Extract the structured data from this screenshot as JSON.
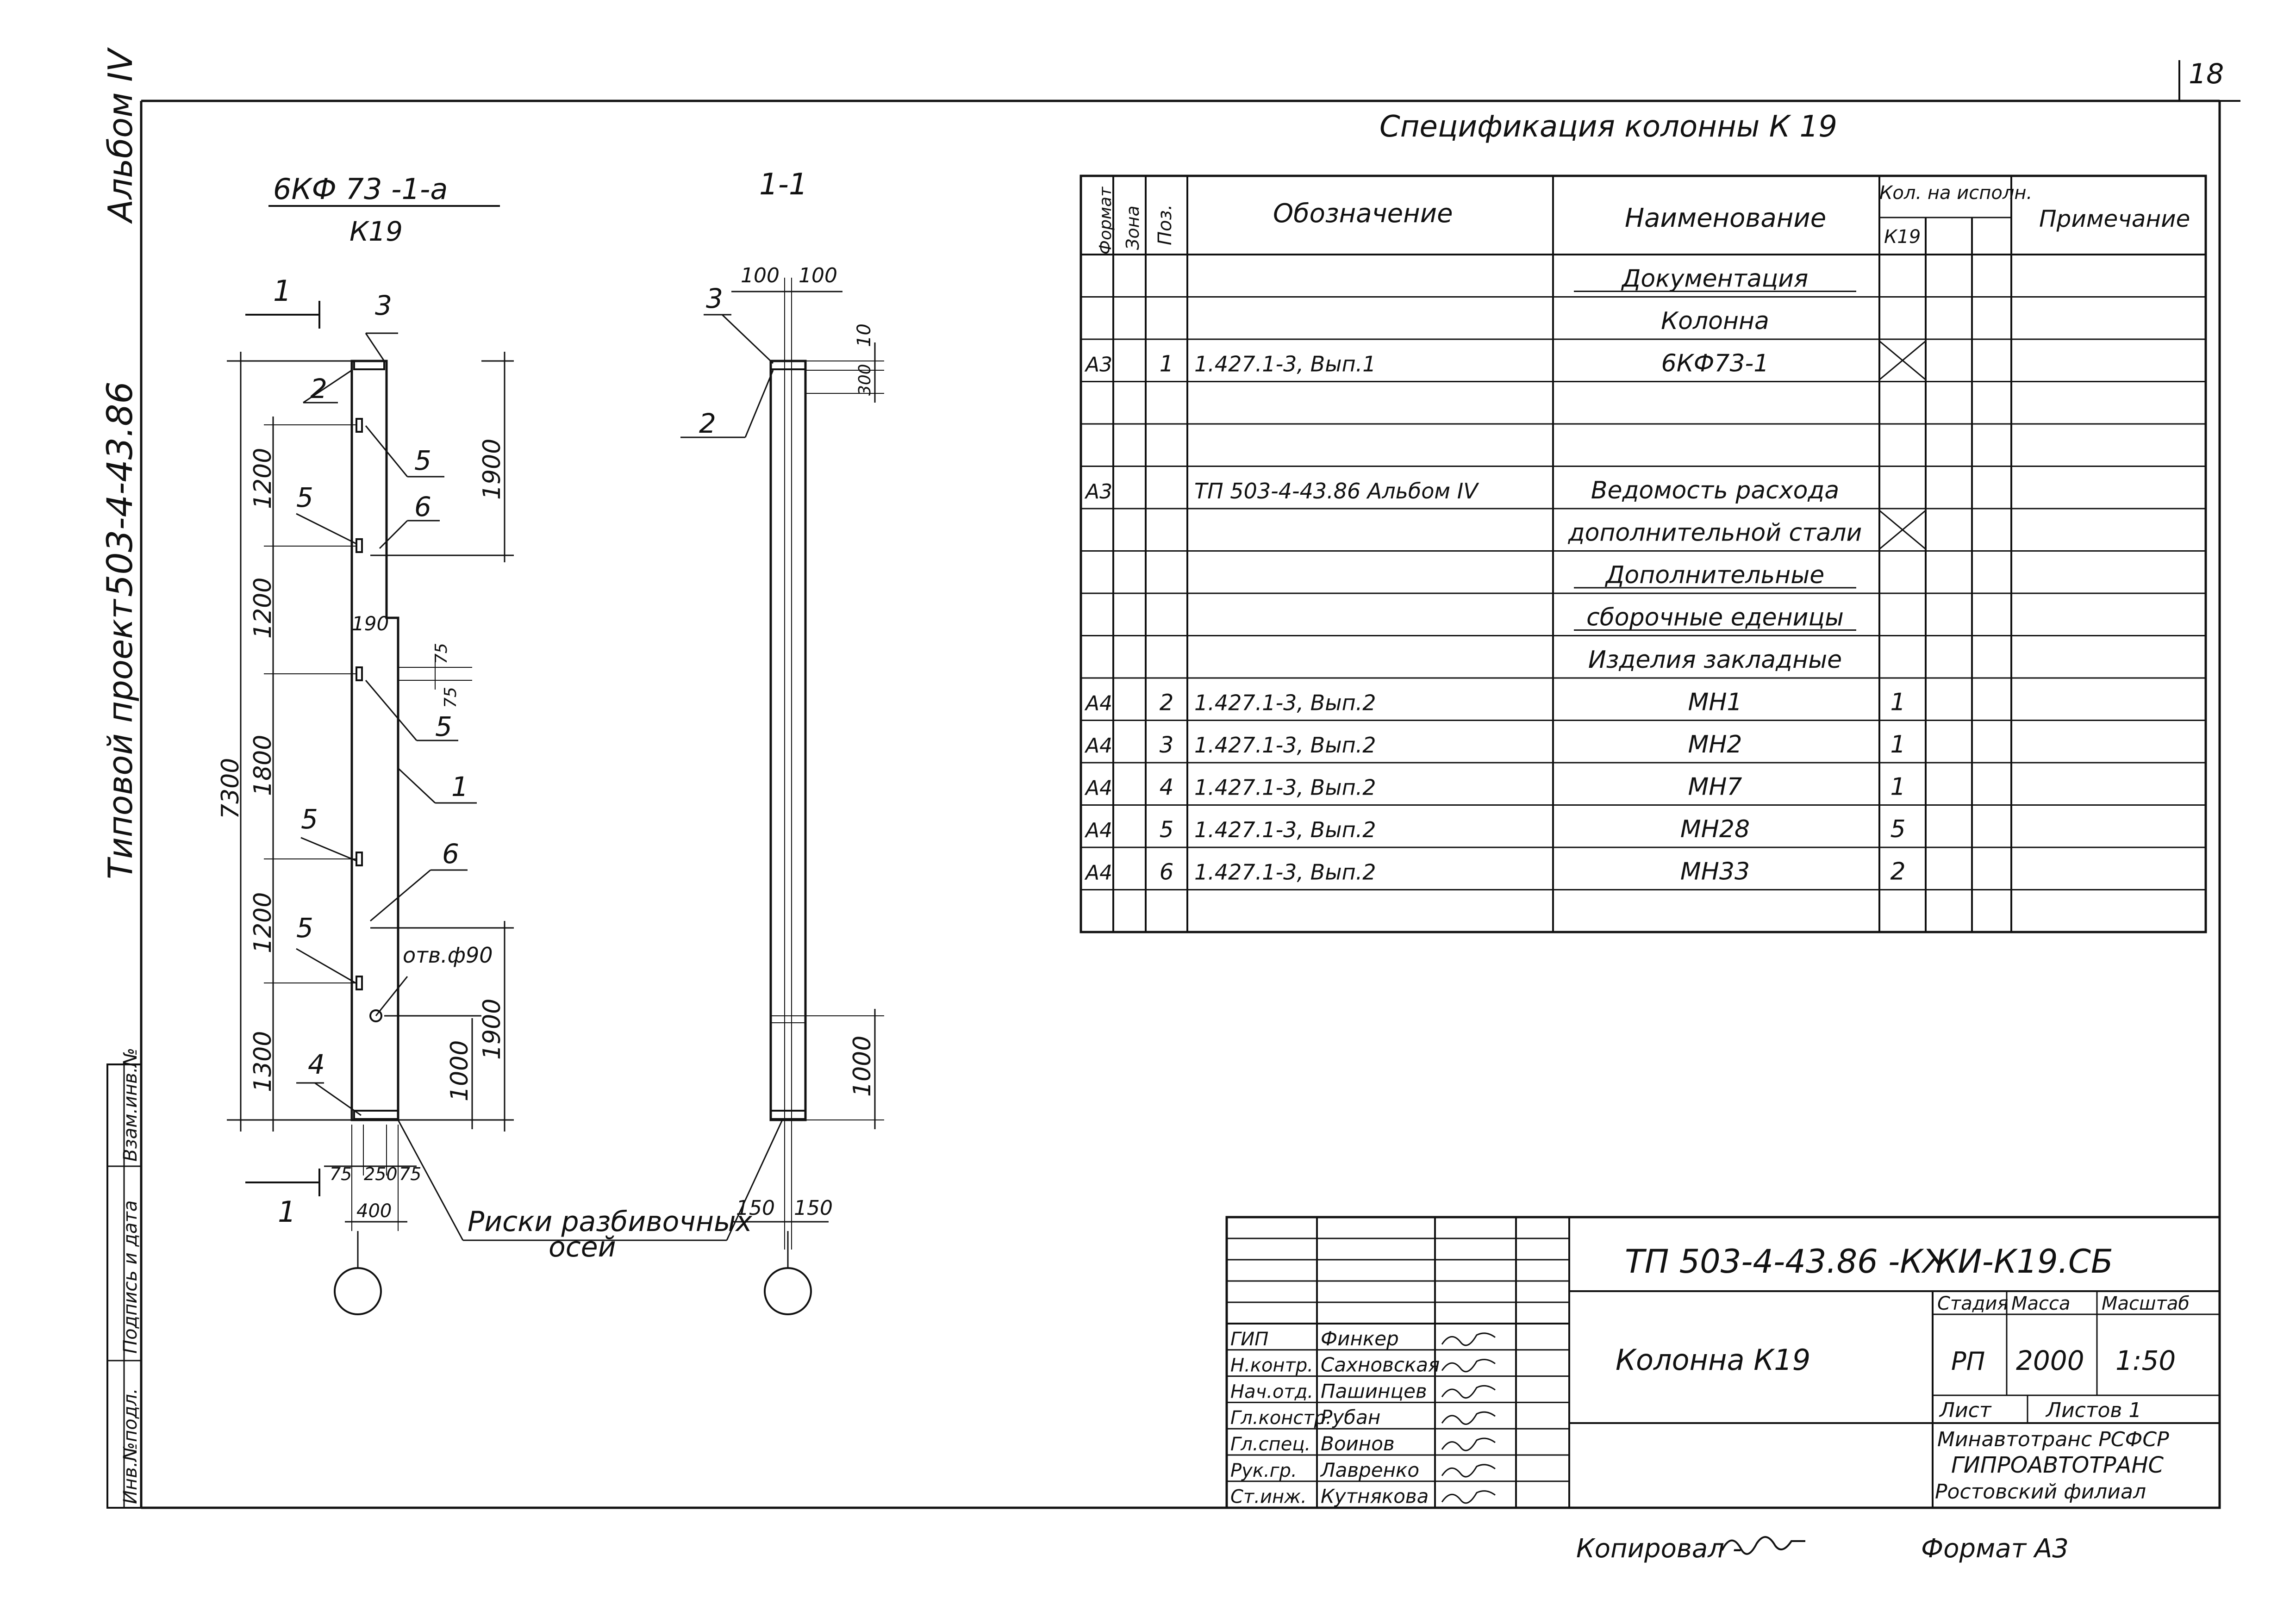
{
  "sheet": {
    "number": "18",
    "side_album": "Альбом IV",
    "side_project_label": "Типовой проект",
    "side_project_number": "503-4-43.86",
    "side_stamp_fields": [
      "Инв.№подл.",
      "Подпись и дата",
      "Взам.инв.№"
    ],
    "copied_by": "Копировал -",
    "format": "Формат А3"
  },
  "drawing": {
    "elevation_title": "6КФ 73 -1-а",
    "elevation_subtitle": "К19",
    "section_title": "1-1",
    "cut_marker": "1",
    "hole_label": "отв.ф90",
    "axis_marks_label_1": "Риски разбивочных",
    "axis_marks_label_2": "осей",
    "elevation_dims_outer": [
      "7300"
    ],
    "elevation_dims_chain": [
      "1300",
      "1200",
      "1800",
      "1200",
      "1200"
    ],
    "elevation_dims_right": [
      "1900",
      "1900",
      "1000",
      "75",
      "75"
    ],
    "elevation_dims_bottom": [
      "75",
      "250",
      "75",
      "400"
    ],
    "elevation_dim_190": "190",
    "section_dims_top": [
      "100",
      "100"
    ],
    "section_dims_right": [
      "10",
      "300",
      "1000"
    ],
    "section_dims_bottom": [
      "150",
      "150"
    ],
    "pos_labels": [
      "1",
      "2",
      "3",
      "4",
      "5",
      "6"
    ]
  },
  "spec": {
    "title": "Спецификация колонны К 19",
    "headers": {
      "format": "Формат",
      "zone": "Зона",
      "pos": "Поз.",
      "designation": "Обозначение",
      "name": "Наименование",
      "qty": "Кол. на исполн.",
      "qty_sub": "К19",
      "note": "Примечание"
    },
    "rows": [
      {
        "format": "",
        "pos": "",
        "designation": "",
        "name": "Документация",
        "qty": "",
        "underline": true
      },
      {
        "format": "",
        "pos": "",
        "designation": "",
        "name": "Колонна",
        "qty": "",
        "underline": false
      },
      {
        "format": "А3",
        "pos": "1",
        "designation": "1.427.1-3, Вып.1",
        "name": "6КФ73-1",
        "qty": "X",
        "underline": false
      },
      {
        "format": "",
        "pos": "",
        "designation": "",
        "name": "",
        "qty": "",
        "underline": false
      },
      {
        "format": "",
        "pos": "",
        "designation": "",
        "name": "",
        "qty": "",
        "underline": false
      },
      {
        "format": "А3",
        "pos": "",
        "designation": "ТП 503-4-43.86 Альбом IV",
        "name": "Ведомость расхода",
        "qty": "",
        "underline": false
      },
      {
        "format": "",
        "pos": "",
        "designation": "",
        "name": "дополнительной стали",
        "qty": "X",
        "underline": false
      },
      {
        "format": "",
        "pos": "",
        "designation": "",
        "name": "Дополнительные",
        "qty": "",
        "underline": true
      },
      {
        "format": "",
        "pos": "",
        "designation": "",
        "name": "сборочные еденицы",
        "qty": "",
        "underline": true
      },
      {
        "format": "",
        "pos": "",
        "designation": "",
        "name": "Изделия закладные",
        "qty": "",
        "underline": false
      },
      {
        "format": "А4",
        "pos": "2",
        "designation": "1.427.1-3, Вып.2",
        "name": "МН1",
        "qty": "1",
        "underline": false
      },
      {
        "format": "А4",
        "pos": "3",
        "designation": "1.427.1-3, Вып.2",
        "name": "МН2",
        "qty": "1",
        "underline": false
      },
      {
        "format": "А4",
        "pos": "4",
        "designation": "1.427.1-3, Вып.2",
        "name": "МН7",
        "qty": "1",
        "underline": false
      },
      {
        "format": "А4",
        "pos": "5",
        "designation": "1.427.1-3, Вып.2",
        "name": "МН28",
        "qty": "5",
        "underline": false
      },
      {
        "format": "А4",
        "pos": "6",
        "designation": "1.427.1-3, Вып.2",
        "name": "МН33",
        "qty": "2",
        "underline": false
      },
      {
        "format": "",
        "pos": "",
        "designation": "",
        "name": "",
        "qty": "",
        "underline": false
      }
    ]
  },
  "title_block": {
    "code": "ТП 503-4-43.86 -КЖИ-К19.СБ",
    "object_name": "Колонна К19",
    "stage_label": "Стадия",
    "mass_label": "Масса",
    "scale_label": "Масштаб",
    "stage": "РП",
    "mass": "2000",
    "scale": "1:50",
    "sheet_label": "Лист",
    "sheets_label": "Листов 1",
    "org_1": "Минавтотранс РСФСР",
    "org_2": "ГИПРОАВТОТРАНС",
    "org_3": "Ростовский филиал",
    "staff": [
      {
        "role": "ГИП",
        "name": "Финкер"
      },
      {
        "role": "Н.контр.",
        "name": "Сахновская"
      },
      {
        "role": "Нач.отд.",
        "name": "Пашинцев"
      },
      {
        "role": "Гл.констр.",
        "name": "Рубан"
      },
      {
        "role": "Гл.спец.",
        "name": "Воинов"
      },
      {
        "role": "Рук.гр.",
        "name": "Лавренко"
      },
      {
        "role": "Ст.инж.",
        "name": "Кутнякова"
      }
    ]
  }
}
